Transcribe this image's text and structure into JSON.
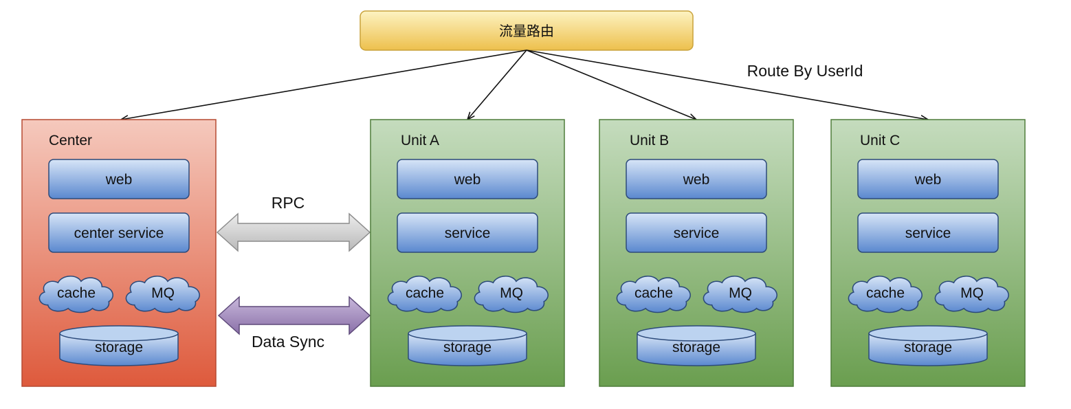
{
  "router": {
    "label": "流量路由"
  },
  "route_label": "Route By UserId",
  "rpc_label": "RPC",
  "sync_label": "Data Sync",
  "colors": {
    "router_fill_top": "#fdf3c2",
    "router_fill_bottom": "#edc04d",
    "center_fill_top": "#f5c9bd",
    "center_fill_bottom": "#de5a3c",
    "unit_fill_top": "#c5dcbe",
    "unit_fill_bottom": "#6a9e4f",
    "component_fill_top": "#d7e5f7",
    "component_fill_bottom": "#5a88cf",
    "rpc_arrow": "#c9c9c9",
    "sync_arrow": "#9a82b4"
  },
  "center": {
    "title": "Center",
    "web_label": "web",
    "service_label": "center service",
    "cache_label": "cache",
    "mq_label": "MQ",
    "storage_label": "storage"
  },
  "units": [
    {
      "title": "Unit A",
      "web_label": "web",
      "service_label": "service",
      "cache_label": "cache",
      "mq_label": "MQ",
      "storage_label": "storage"
    },
    {
      "title": "Unit B",
      "web_label": "web",
      "service_label": "service",
      "cache_label": "cache",
      "mq_label": "MQ",
      "storage_label": "storage"
    },
    {
      "title": "Unit C",
      "web_label": "web",
      "service_label": "service",
      "cache_label": "cache",
      "mq_label": "MQ",
      "storage_label": "storage"
    }
  ]
}
